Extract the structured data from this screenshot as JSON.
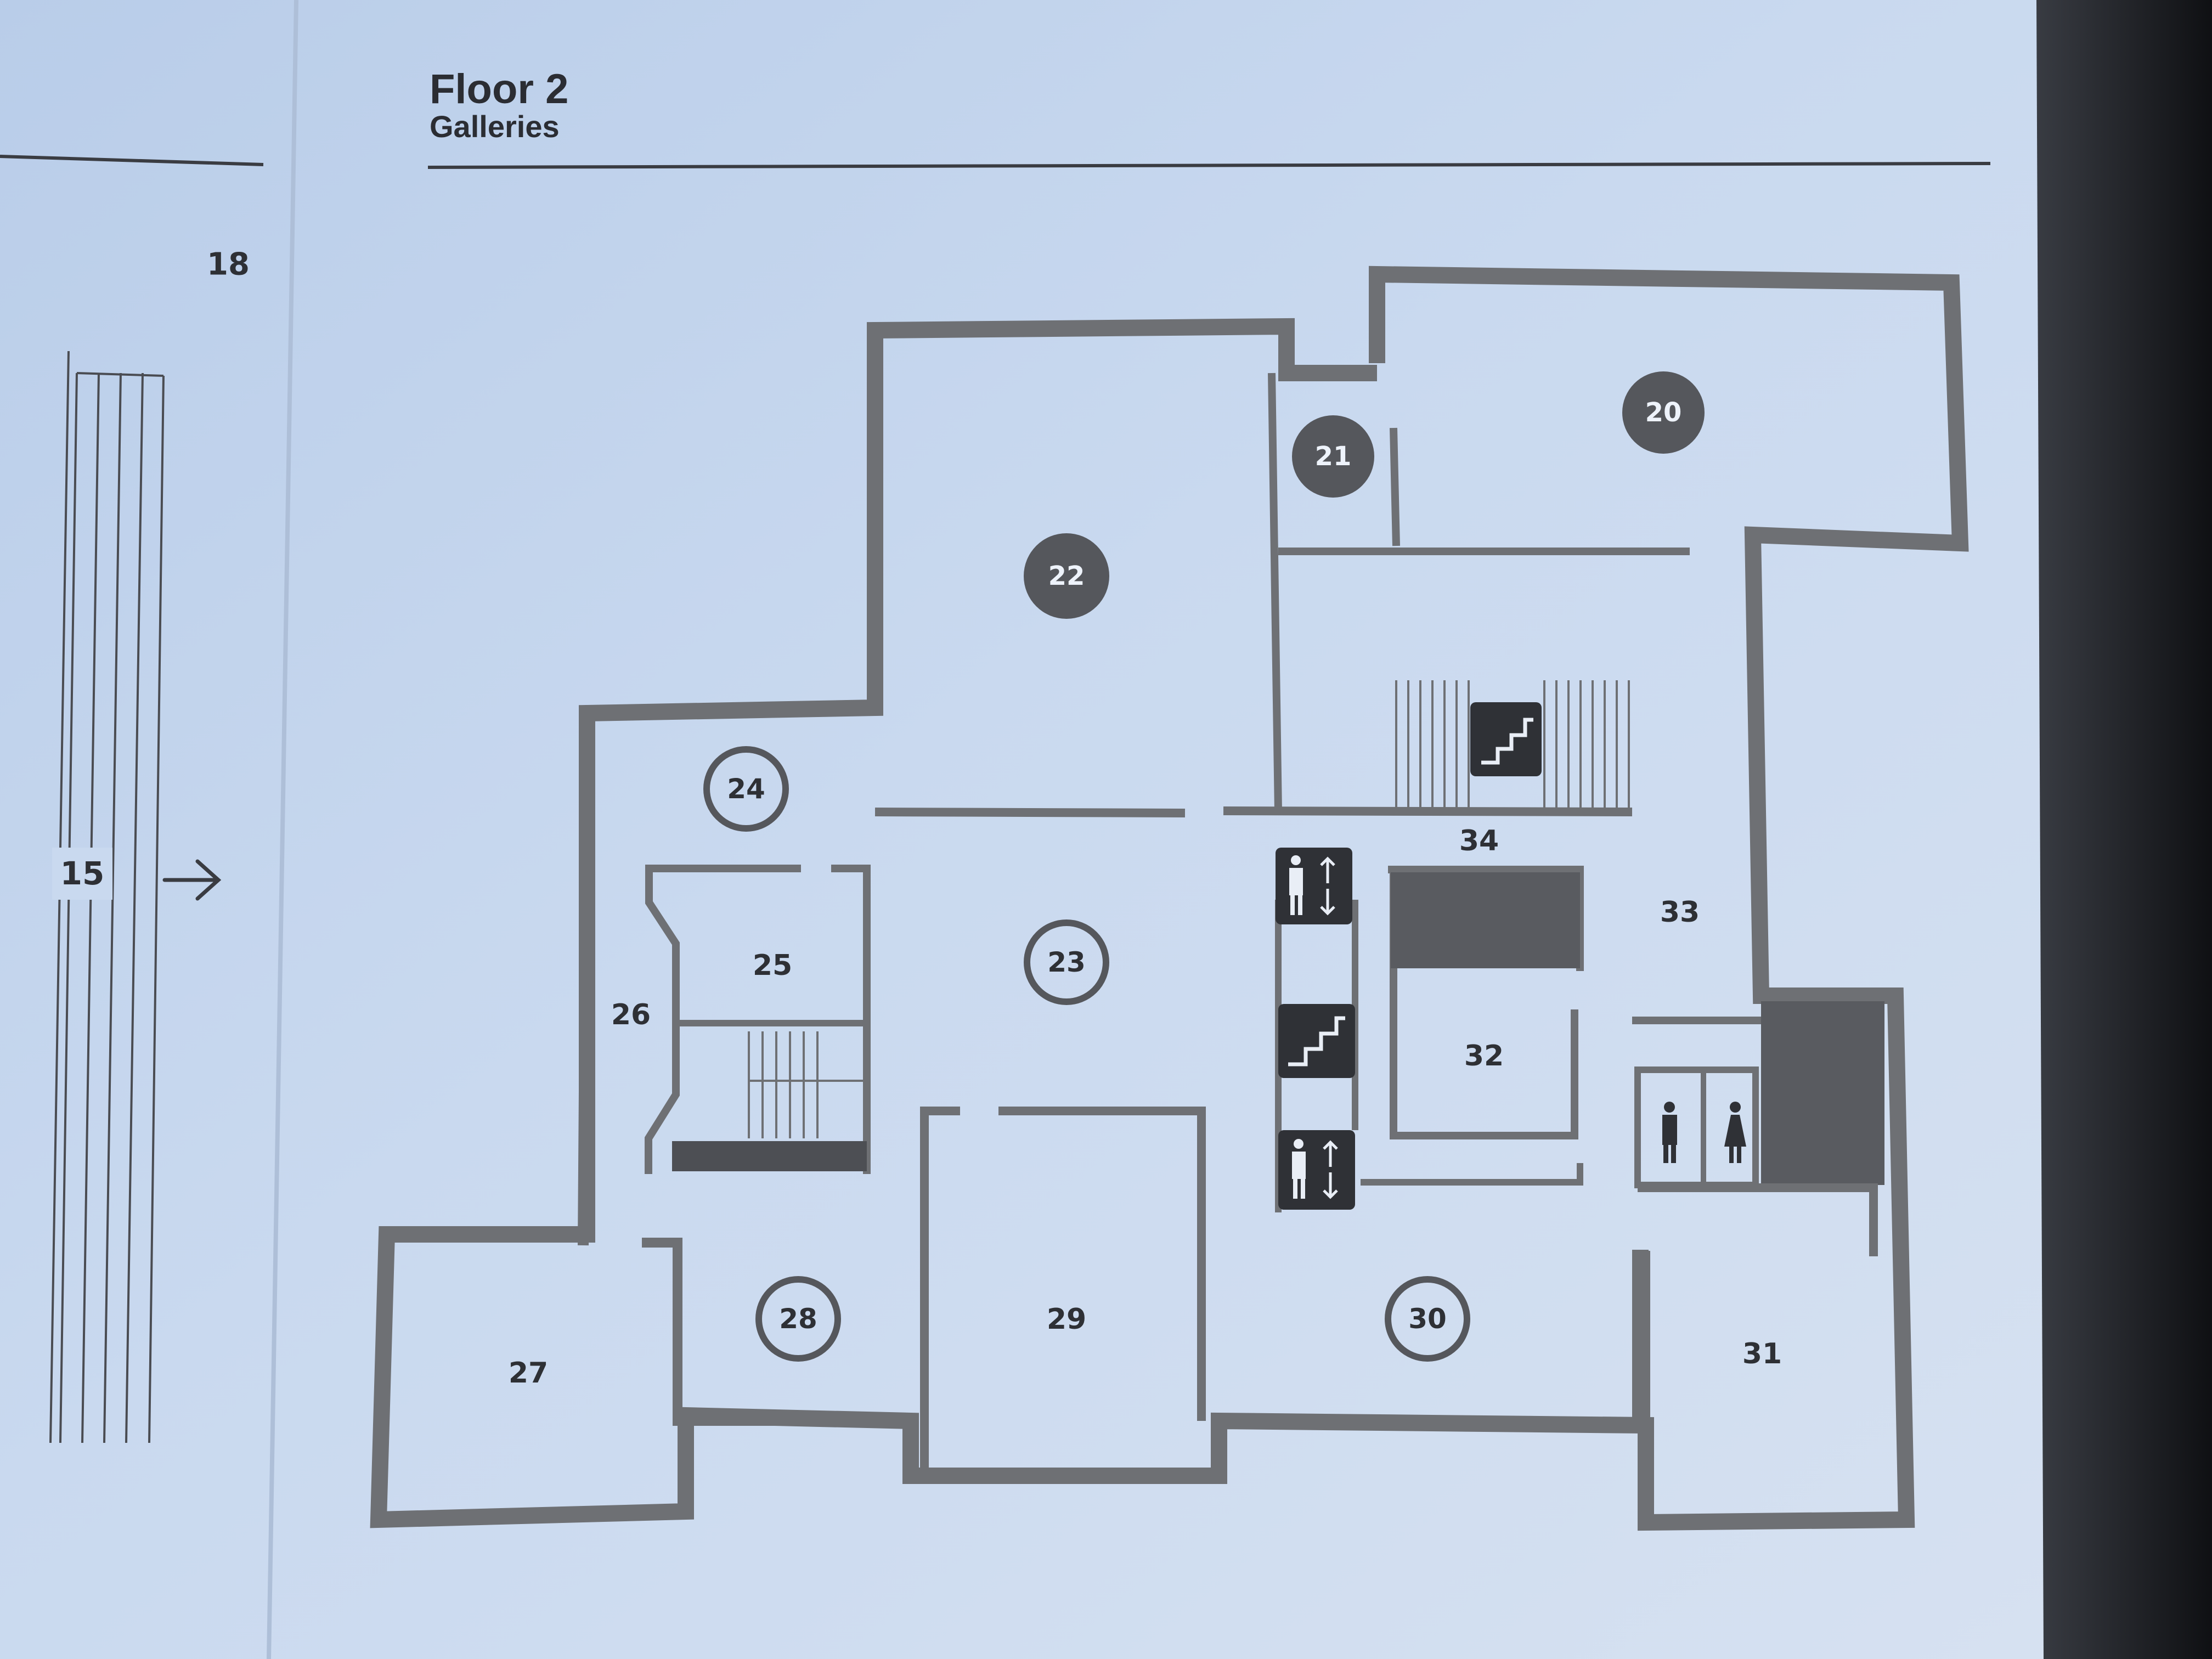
{
  "header": {
    "title": "Floor 2",
    "subtitle": "Galleries"
  },
  "left_panel": {
    "page_number": "18",
    "room": "15",
    "arrow_icon": "arrow-right-icon"
  },
  "rooms": {
    "r20": "20",
    "r21": "21",
    "r22": "22",
    "r23": "23",
    "r24": "24",
    "r25": "25",
    "r26": "26",
    "r27": "27",
    "r28": "28",
    "r29": "29",
    "r30": "30",
    "r31": "31",
    "r32": "32",
    "r33": "33",
    "r34": "34"
  },
  "icons": {
    "stairs": "stairs-icon",
    "elevator": "elevator-icon",
    "restroom_men": "restroom-men-icon",
    "restroom_women": "restroom-women-icon"
  },
  "colors": {
    "paper": "#c7d8ee",
    "wall": "#6e7074",
    "badge": "#55575c",
    "ink": "#2e3035"
  }
}
